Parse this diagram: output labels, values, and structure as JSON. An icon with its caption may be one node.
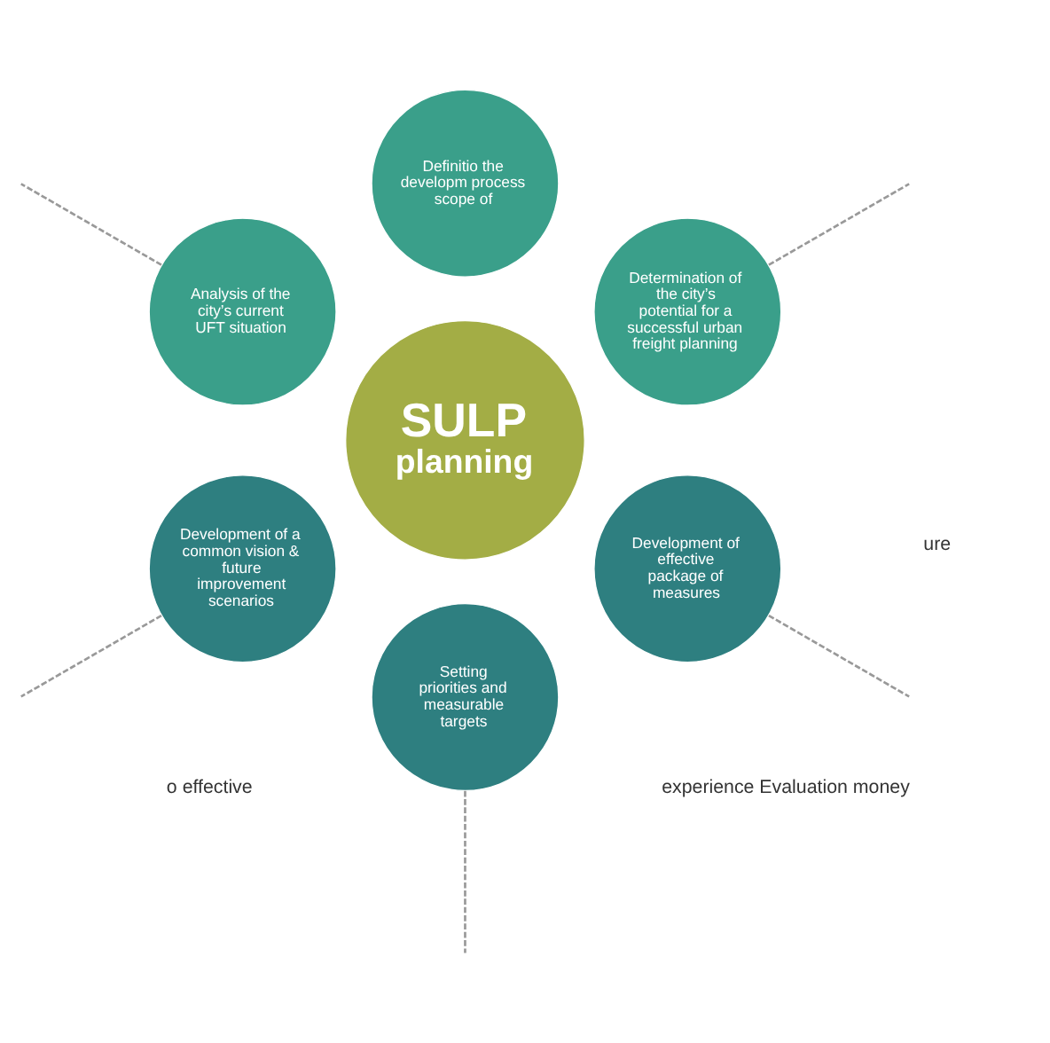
{
  "diagram": {
    "nodes": [
      {
        "text": [
          "SULP",
          "planning"
        ]
      },
      {
        "text": [
          "Determination of the city’s potential for a successful urban freight planning"
        ]
      },
      {
        "text": [
          "Definitio the developm process scope of"
        ]
      },
      {
        "text": [
          "Analysis of the city’s current UFT situation"
        ]
      },
      {
        "text": [
          "Development of a common vision & future improvement scenarios"
        ]
      },
      {
        "text": [
          "Setting priorities and measurable targets"
        ]
      },
      {
        "text": [
          "Development of effective package of measures"
        ]
      }
    ],
    "edges": [
      {
        "from": 6,
        "to": null,
        "arrow": "none",
        "style": "dashed"
      },
      {
        "from": 1,
        "to": null,
        "arrow": "none",
        "style": "dashed"
      },
      {
        "from": 5,
        "to": null,
        "arrow": "none",
        "style": "dashed"
      },
      {
        "from": 4,
        "to": null,
        "arrow": "none",
        "style": "dashed"
      },
      {
        "from": 3,
        "to": null,
        "arrow": "none",
        "style": "dashed"
      }
    ],
    "labels": [
      "o effective",
      "experience Evaluation money",
      "ure"
    ]
  }
}
